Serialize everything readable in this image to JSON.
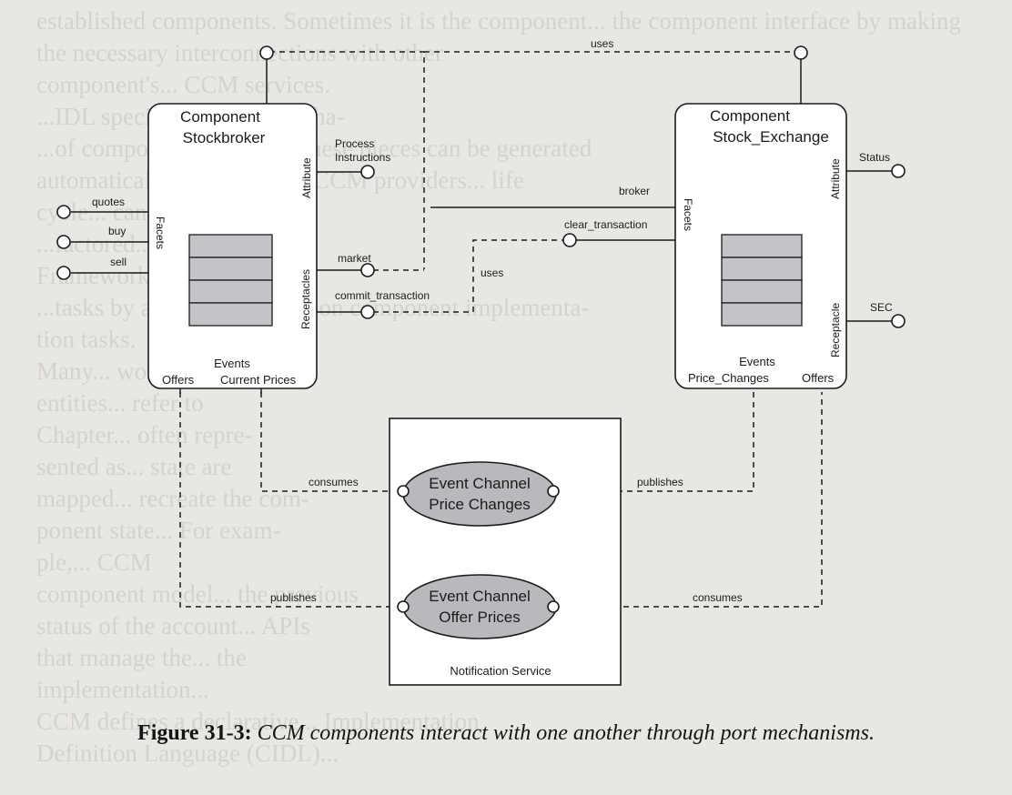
{
  "background_text": [
    "established components. Sometimes it is the component... the component interface by making the necessary interconnections with other",
    "component's... CCM services.",
    "...IDL specifications... and cha-",
    "...of components. Many of these pieces can be generated",
    "automatically... supplied by CCM providers... life",
    "cycle... can be",
    "...factored... The following",
    "Framework... layers from",
    "...tasks by automating common component implementa-",
    "tion tasks.",
    "Many... world\"",
    "entities... refer to",
    "Chapter... often repre-",
    "sented as... state are",
    "mapped... recreate the com-",
    "ponent state... For exam-",
    "ple,... CCM",
    "component model... the previous",
    "status of the account... APIs",
    "that manage the... the",
    "implementation...",
    "CCM defines a declarative... Implementation",
    "Definition Language (CIDL)..."
  ],
  "diagram": {
    "stockbroker": {
      "title_line1": "Component",
      "title_line2": "Stockbroker",
      "attribute_label": "Attribute",
      "facets_label": "Facets",
      "receptacles_label": "Receptacles",
      "events_label": "Events",
      "facets": [
        "quotes",
        "buy",
        "sell"
      ],
      "attribute_port": "Process",
      "attribute_port_line2": "Instructions",
      "receptacles": [
        "market",
        "commit_transaction"
      ],
      "event_sink": "Offers",
      "event_source": "Current Prices"
    },
    "stock_exchange": {
      "title_line1": "Component",
      "title_line2": "Stock_Exchange",
      "attribute_label": "Attribute",
      "facets_label": "Facets",
      "receptacle_label": "Receptacle",
      "events_label": "Events",
      "facets": [
        "broker",
        "clear_transaction"
      ],
      "attribute_port": "Status",
      "receptacle_port": "SEC",
      "event_source": "Price_Changes",
      "event_sink": "Offers"
    },
    "notification_service": {
      "label": "Notification Service",
      "channel_price_line1": "Event Channel",
      "channel_price_line2": "Price Changes",
      "channel_offer_line1": "Event Channel",
      "channel_offer_line2": "Offer Prices"
    },
    "connections": {
      "uses_top": "uses",
      "uses_mid": "uses",
      "consumes_left": "consumes",
      "publishes_right": "publishes",
      "publishes_left": "publishes",
      "consumes_right": "consumes"
    }
  },
  "caption": {
    "label": "Figure 31-3:",
    "text": "CCM components interact with one another through port mechanisms."
  }
}
